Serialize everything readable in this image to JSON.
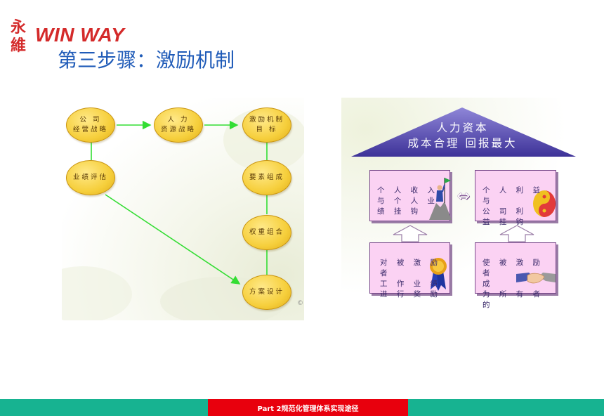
{
  "logo": {
    "glyphs": "永維",
    "text": "WIN WAY"
  },
  "title": "第三步骤：激励机制",
  "flow": {
    "nodes": {
      "company_strategy": "公 司\n经营战略",
      "hr_strategy": "人 力\n资源战略",
      "incentive_goal": "激励机制\n目 标",
      "perf_eval": "业绩评估",
      "element_comp": "要素组成",
      "weight_combo": "权重组合",
      "plan_design": "方案设计"
    },
    "corner_mark": "©"
  },
  "human_capital": {
    "roof_line1": "人力资本",
    "roof_line2": "成本合理 回报最大",
    "box_income": "个 人 收 入\n与 个 人 业\n绩 挂 钩",
    "box_interest": "个 人 利 益 与\n公 司 利\n益 挂 钩",
    "box_reward": "对 被 激 励 者\n工 作 业 绩\n进 行 奖 励",
    "box_owner": "使 被 激 励 者\n成\n为 所 有 者 的\n一 份 子",
    "swap_arrow": "⇔"
  },
  "footer": {
    "label": "Part 2规范化管理体系实现途径"
  },
  "colors": {
    "title": "#1f5bb8",
    "logo_red": "#d42a2a",
    "node_yellow": "#f6cf3c",
    "arrow_green": "#33dd33",
    "roof_purple": "#5a4fb0",
    "box_pink": "#fbd2f3",
    "footer_green": "#17b391",
    "footer_red": "#e8000d"
  }
}
